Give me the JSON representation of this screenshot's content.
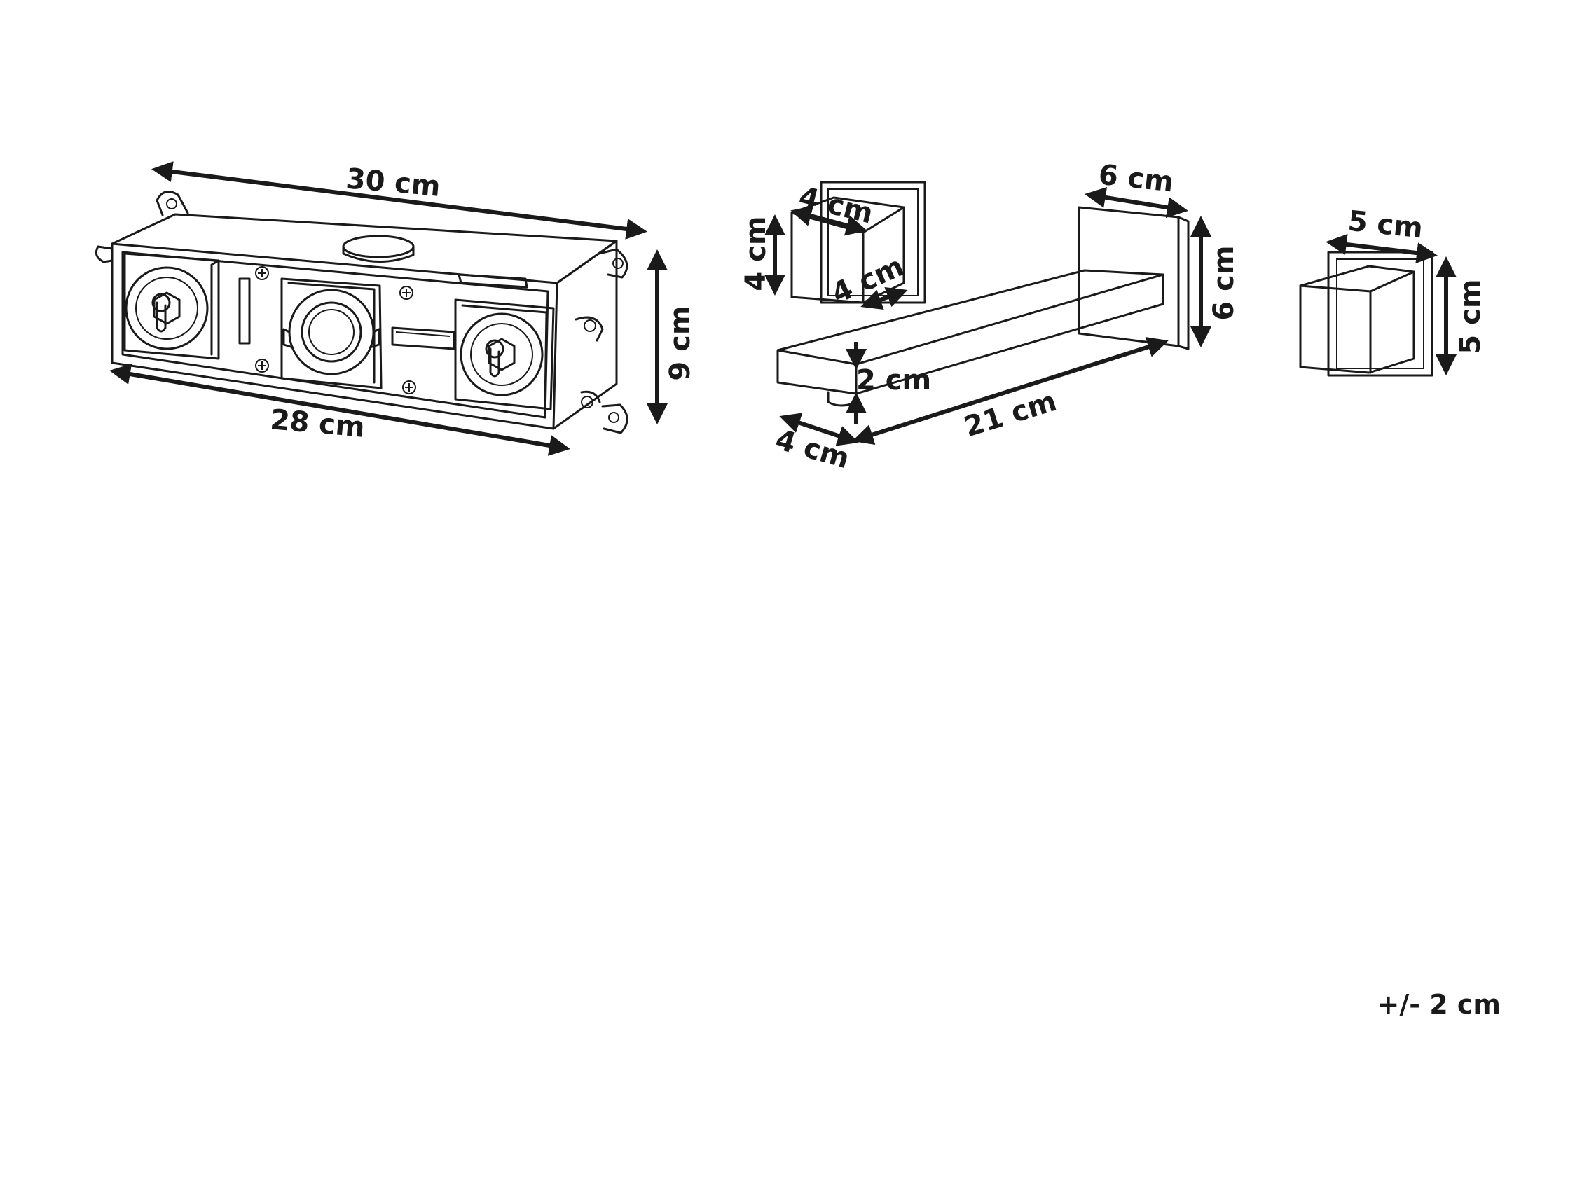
{
  "panel": {
    "width_top": "30 cm",
    "width_bottom": "28 cm",
    "height": "9 cm"
  },
  "handle": {
    "width": "4 cm",
    "height": "4 cm",
    "depth": "4 cm"
  },
  "spout": {
    "plate_width": "6 cm",
    "plate_height": "6 cm",
    "length": "21 cm",
    "thickness": "2 cm",
    "width": "4 cm"
  },
  "knob": {
    "width": "5 cm",
    "height": "5 cm"
  },
  "tolerance": "+/- 2 cm"
}
